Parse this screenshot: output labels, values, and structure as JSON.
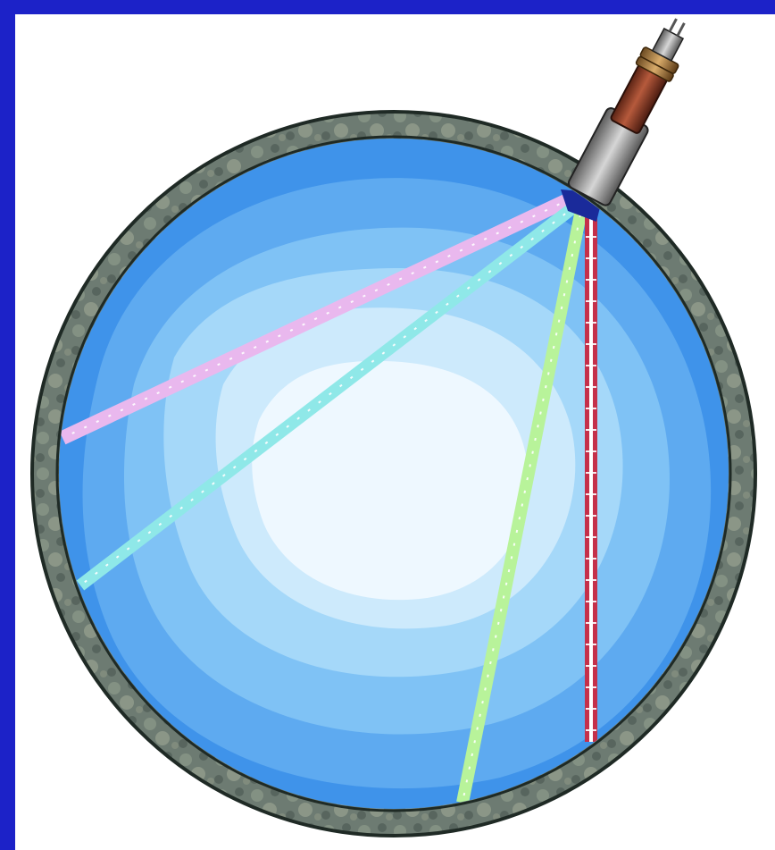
{
  "colors": {
    "frame": "#1c22c8",
    "background": "#ffffff",
    "shell": "#5f6f66",
    "water_outer": "#3f93ea",
    "water_2": "#5eaaf0",
    "water_3": "#7fc2f5",
    "water_4": "#a5d8f9",
    "water_5": "#cdeafc",
    "water_core": "#eef8ff",
    "beam_pink": "#e9b8ee",
    "beam_cyan": "#8fe8e8",
    "beam_green": "#b8f39a",
    "beam_red": "#c5304a",
    "transducer_body": "#8b3a25"
  },
  "beams": [
    {
      "name": "pink-beam",
      "color": "#e9b8ee"
    },
    {
      "name": "cyan-beam",
      "color": "#8fe8e8"
    },
    {
      "name": "green-beam",
      "color": "#b8f39a"
    },
    {
      "name": "red-beam",
      "color": "#c5304a"
    }
  ],
  "icons": {
    "transducer": "transducer-icon",
    "pipe": "pipe-cross-section-icon"
  }
}
